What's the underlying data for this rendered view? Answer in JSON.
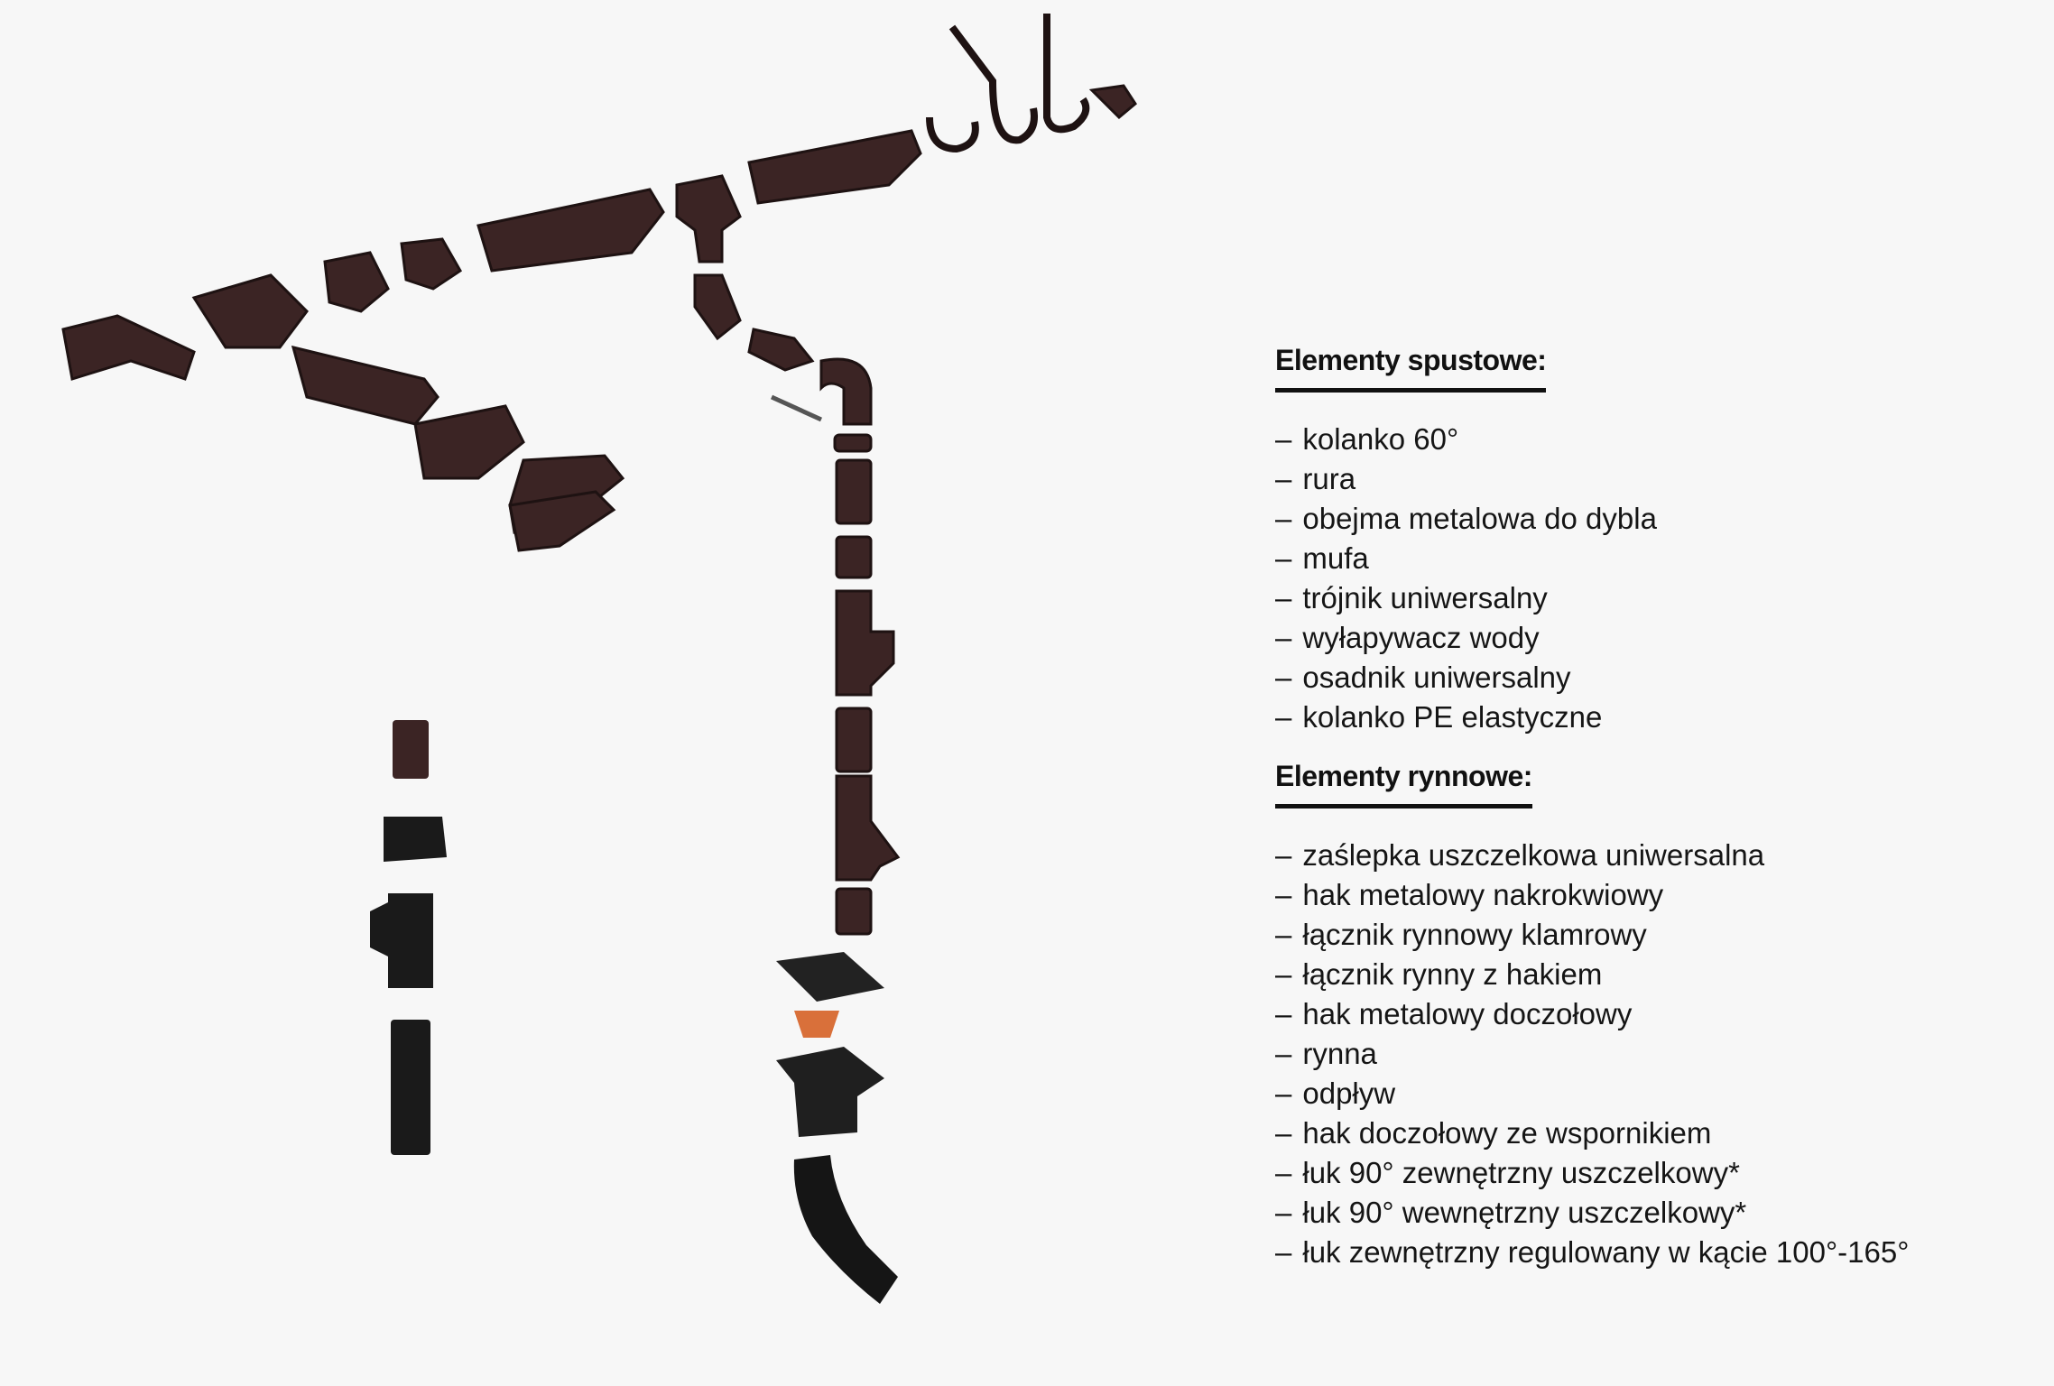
{
  "sections": [
    {
      "heading": "Elementy spustowe:",
      "items": [
        "kolanko 60°",
        "rura",
        "obejma metalowa do dybla",
        "mufa",
        "trójnik uniwersalny",
        "wyłapywacz wody",
        "osadnik uniwersalny",
        "kolanko PE elastyczne"
      ]
    },
    {
      "heading": "Elementy rynnowe:",
      "items": [
        "zaślepka uszczelkowa uniwersalna",
        "hak metalowy nakrokwiowy",
        "łącznik rynnowy klamrowy",
        "łącznik rynny z hakiem",
        "hak metalowy doczołowy",
        "rynna",
        "odpływ",
        "hak doczołowy ze wspornikiem",
        "łuk 90° zewnętrzny uszczelkowy*",
        "łuk 90° wewnętrzny uszczelkowy*",
        "łuk zewnętrzny regulowany w kącie 100°-165°"
      ]
    }
  ],
  "dash": "–",
  "colors": {
    "brown": "#3b2424",
    "black": "#1a1a1a",
    "orange": "#d9703a"
  }
}
